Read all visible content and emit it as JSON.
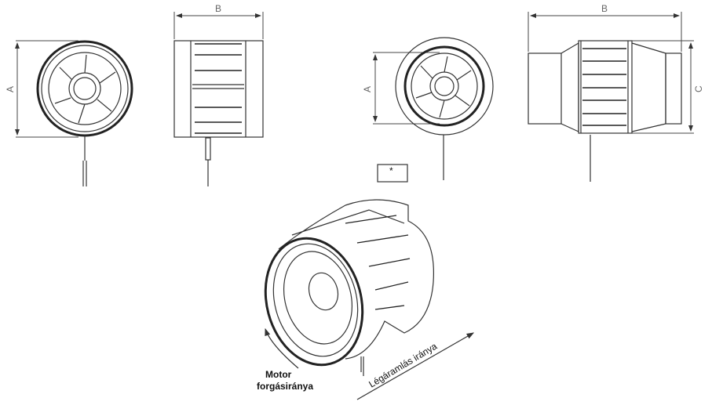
{
  "dimensions": {
    "a": "A",
    "b": "B",
    "c": "C"
  },
  "note_box": "*",
  "labels": {
    "motor_line1": "Motor",
    "motor_line2": "forgásiránya",
    "airflow": "Légáramlás iránya"
  }
}
